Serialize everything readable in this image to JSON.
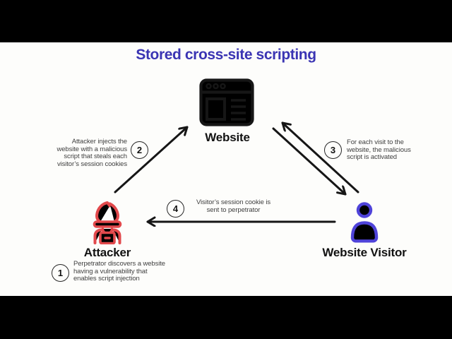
{
  "title": "Stored cross-site scripting",
  "colors": {
    "title-accent": "#3a34b3",
    "attacker-red": "#e2494c",
    "visitor-indigo": "#4f43d9",
    "line-black": "#161616",
    "step-text-gray": "#3f3f3f"
  },
  "nodes": {
    "website": {
      "label": "Website",
      "icon": "browser-window-icon"
    },
    "attacker": {
      "label": "Attacker",
      "icon": "hooded-hacker-icon"
    },
    "visitor": {
      "label": "Website Visitor",
      "icon": "person-icon"
    }
  },
  "steps": [
    {
      "number": "1",
      "text": "Perpetrator discovers a website\nhaving a vulnerability that\nenables script injection"
    },
    {
      "number": "2",
      "text": "Attacker injects the\nwebsite with a malicious\nscript that steals each\nvisitor’s session cookies"
    },
    {
      "number": "3",
      "text": "For each visit to the\nwebsite, the malicious\nscript is activated"
    },
    {
      "number": "4",
      "text": "Visitor’s session cookie is\nsent to perpetrator"
    }
  ],
  "arrows": [
    {
      "name": "attacker-to-website",
      "direction": "up-right"
    },
    {
      "name": "visitor-to-website",
      "direction": "up-left"
    },
    {
      "name": "website-to-visitor",
      "direction": "down-right"
    },
    {
      "name": "visitor-to-attacker",
      "direction": "left"
    }
  ]
}
